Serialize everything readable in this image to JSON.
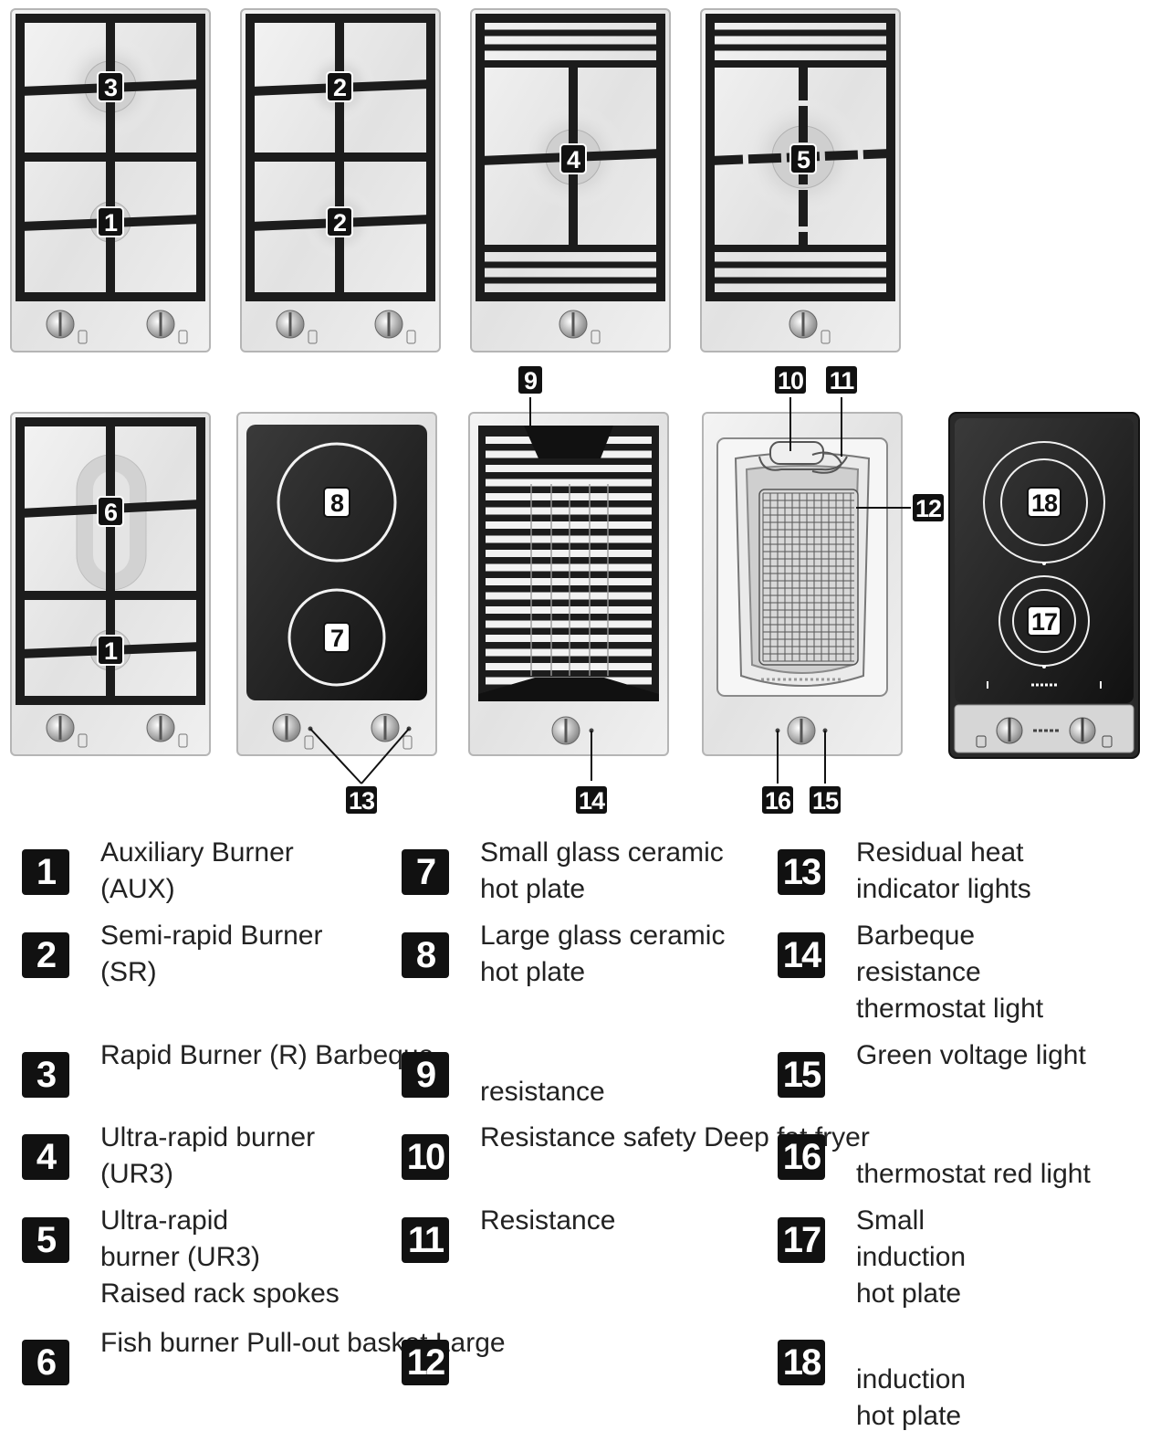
{
  "callouts": {
    "b1a": "3",
    "b1b": "1",
    "b2a": "2",
    "b2b": "2",
    "b3": "4",
    "b4": "5",
    "b5a": "6",
    "b5b": "1",
    "b6a": "8",
    "b6b": "7",
    "b7": "9",
    "b8a": "10",
    "b8b": "11",
    "b8c": "12",
    "b9a": "18",
    "b9b": "17",
    "c13": "13",
    "c14": "14",
    "c16": "16",
    "c15": "15"
  },
  "legend": [
    {
      "num": "1",
      "lines": [
        "Auxiliary Burner",
        "(AUX)"
      ]
    },
    {
      "num": "2",
      "lines": [
        "Semi-rapid Burner",
        "(SR)"
      ]
    },
    {
      "num": "3",
      "lines": [
        "Rapid Burner (R) Barbeque"
      ]
    },
    {
      "num": "4",
      "lines": [
        "Ultra-rapid burner",
        "(UR3)"
      ]
    },
    {
      "num": "5",
      "lines": [
        "Ultra-rapid",
        "burner (UR3)",
        "Raised rack spokes"
      ]
    },
    {
      "num": "6",
      "lines": [
        "Fish burner  Pull-out basket Large"
      ]
    },
    {
      "num": "7",
      "lines": [
        "Small glass ceramic",
        "hot plate"
      ]
    },
    {
      "num": "8",
      "lines": [
        "Large glass ceramic",
        "hot plate"
      ]
    },
    {
      "num": "9",
      "lines": [
        "",
        "resistance"
      ]
    },
    {
      "num": "10",
      "lines": [
        "Resistance safety  Deep fat fryer"
      ]
    },
    {
      "num": "11",
      "lines": [
        "Resistance"
      ]
    },
    {
      "num": "12",
      "lines": [
        ""
      ]
    },
    {
      "num": "13",
      "lines": [
        "Residual heat",
        "indicator lights"
      ]
    },
    {
      "num": "14",
      "lines": [
        "Barbeque",
        "resistance",
        "thermostat light"
      ]
    },
    {
      "num": "15",
      "lines": [
        "Green voltage light"
      ]
    },
    {
      "num": "16",
      "lines": [
        "",
        "thermostat red light"
      ]
    },
    {
      "num": "17",
      "lines": [
        "Small",
        "induction",
        "hot plate"
      ]
    },
    {
      "num": "18",
      "lines": [
        "",
        "induction",
        "hot plate"
      ]
    }
  ]
}
